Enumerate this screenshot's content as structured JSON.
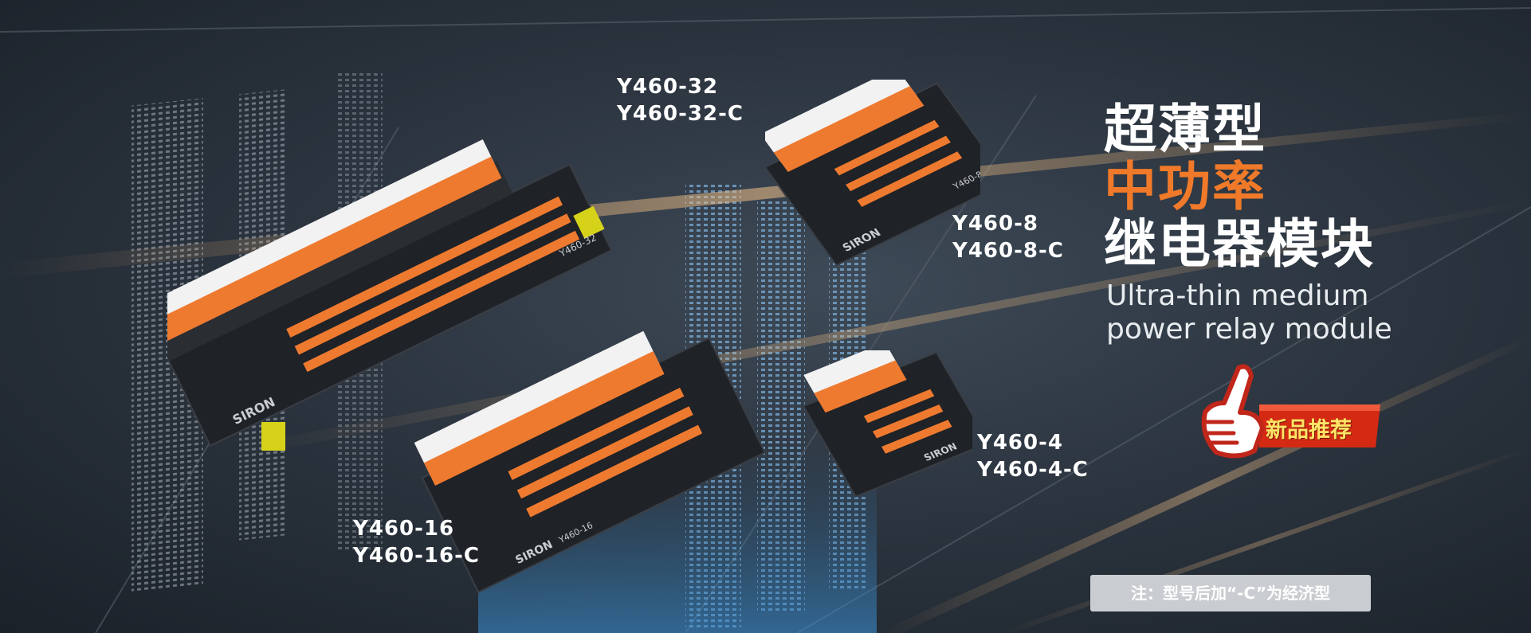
{
  "models": {
    "y460_32": [
      "Y460-32",
      "Y460-32-C"
    ],
    "y460_8": [
      "Y460-8",
      "Y460-8-C"
    ],
    "y460_16": [
      "Y460-16",
      "Y460-16-C"
    ],
    "y460_4": [
      "Y460-4",
      "Y460-4-C"
    ]
  },
  "headline": {
    "line1": "超薄型",
    "line2": "中功率",
    "line3": "继电器模块"
  },
  "subtitle": {
    "line1": "Ultra-thin medium",
    "line2": "power relay module"
  },
  "badge": "新品推荐",
  "note": "注：型号后加“-C”为经济型",
  "product_labels": {
    "y460_32": "Y460-32",
    "y460_8": "Y460-8",
    "y460_16": "Y460-16",
    "brand": "SIRON"
  },
  "colors": {
    "accent_orange": "#f07a2a",
    "headline_white": "#ffffff",
    "badge_red": "#d42a14",
    "badge_text": "#ffe566",
    "module_body": "#1f2226",
    "terminal_orange": "#ee7a30",
    "relay_white": "#f2f2f2",
    "bracket_yellow": "#d6d21a"
  },
  "icons": [
    "thumbs-up-icon"
  ]
}
